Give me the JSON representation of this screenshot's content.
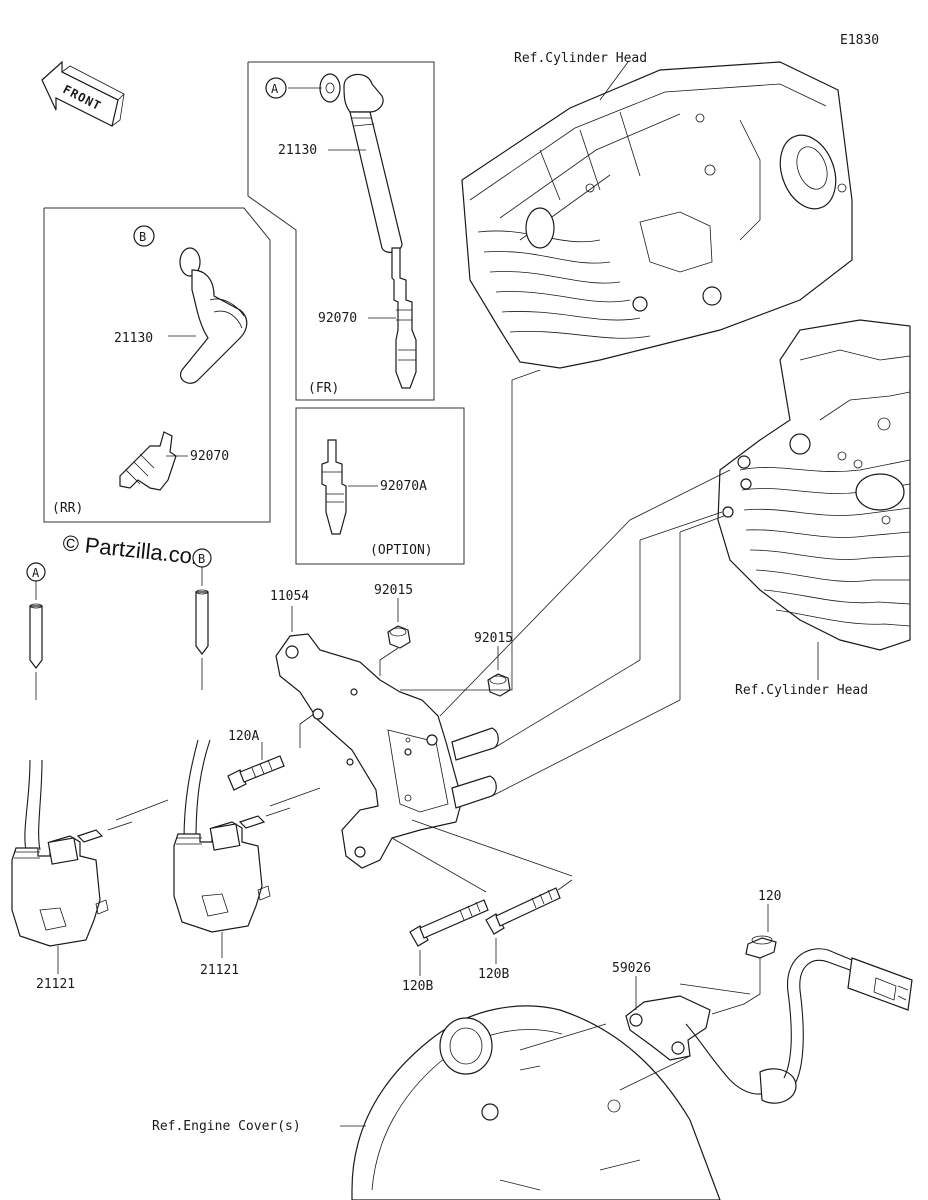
{
  "diagram_code": "E1830",
  "front_label": "FRONT",
  "watermark": "© Partzilla.com",
  "ref_labels": {
    "cylinder_head_top": "Ref.Cylinder Head",
    "cylinder_head_right": "Ref.Cylinder Head",
    "engine_cover": "Ref.Engine Cover(s)"
  },
  "markers": {
    "a_box": "A",
    "b_box": "B",
    "a_wire": "A",
    "b_wire": "B"
  },
  "boxes": {
    "fr": {
      "label": "(FR)",
      "cap_part": "21130",
      "plug_part": "92070"
    },
    "rr": {
      "label": "(RR)",
      "cap_part": "21130",
      "plug_part": "92070"
    },
    "option": {
      "label": "(OPTION)",
      "plug_part": "92070A"
    }
  },
  "parts": {
    "bracket": "11054",
    "nut_upper": "92015",
    "nut_lower": "92015",
    "bolt_120a": "120A",
    "coil_left": "21121",
    "coil_right": "21121",
    "bolt_120b_left": "120B",
    "bolt_120b_right": "120B",
    "bolt_120": "120",
    "sensor": "59026"
  }
}
